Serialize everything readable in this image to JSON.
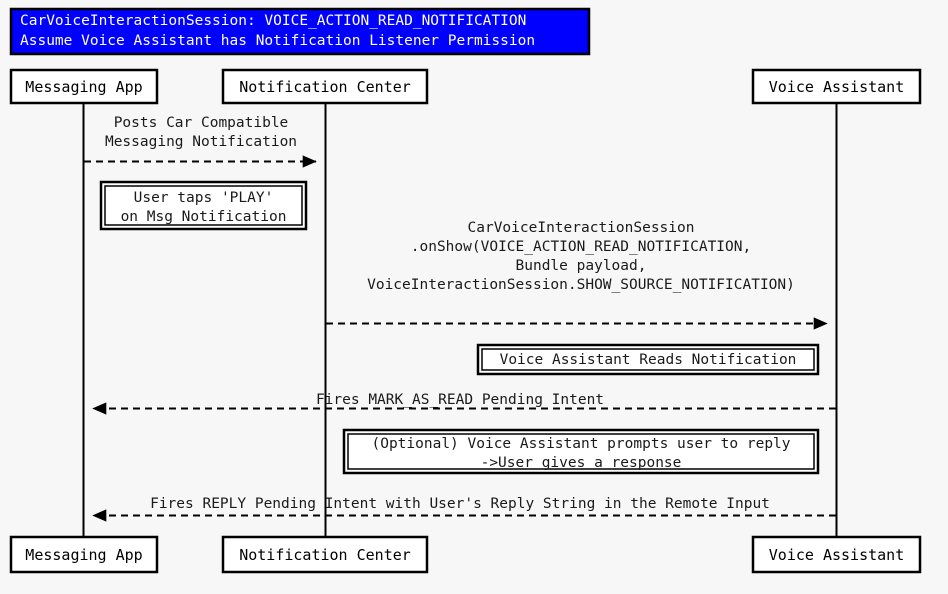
{
  "diagram": {
    "kind": "sequence-diagram",
    "background_color": "#f7f7f7",
    "line_color": "#000000",
    "title_banner": {
      "fill_color": "#0000FF",
      "text_color": "#FFFFFF",
      "lines": [
        "CarVoiceInteractionSession: VOICE_ACTION_READ_NOTIFICATION",
        "Assume Voice Assistant has Notification Listener Permission"
      ]
    },
    "participants": [
      {
        "id": "messaging-app",
        "label": "Messaging App"
      },
      {
        "id": "notification-center",
        "label": "Notification Center"
      },
      {
        "id": "voice-assistant",
        "label": "Voice Assistant"
      }
    ],
    "messages": [
      {
        "id": "posts-notification",
        "from": "messaging-app",
        "to": "notification-center",
        "direction": "right",
        "style": "dashed",
        "lines": [
          "Posts Car Compatible",
          "Messaging Notification"
        ]
      },
      {
        "id": "onshow",
        "from": "notification-center",
        "to": "voice-assistant",
        "direction": "right",
        "style": "dashed",
        "lines": [
          "CarVoiceInteractionSession",
          ".onShow(VOICE_ACTION_READ_NOTIFICATION,",
          "Bundle payload,",
          "VoiceInteractionSession.SHOW_SOURCE_NOTIFICATION)"
        ]
      },
      {
        "id": "mark-as-read",
        "from": "voice-assistant",
        "to": "messaging-app",
        "direction": "left",
        "style": "dashed",
        "lines": [
          "Fires MARK_AS_READ Pending Intent"
        ]
      },
      {
        "id": "reply-intent",
        "from": "voice-assistant",
        "to": "messaging-app",
        "direction": "left",
        "style": "dashed",
        "lines": [
          "Fires REPLY Pending Intent with User's Reply String in the Remote Input"
        ]
      }
    ],
    "notes": [
      {
        "id": "user-taps-play",
        "lines": [
          "User taps 'PLAY'",
          "on Msg Notification"
        ]
      },
      {
        "id": "assistant-reads",
        "lines": [
          "Voice Assistant Reads Notification"
        ]
      },
      {
        "id": "optional-reply-prompt",
        "lines": [
          "(Optional) Voice Assistant prompts user to reply",
          "->User gives a response"
        ]
      }
    ]
  }
}
